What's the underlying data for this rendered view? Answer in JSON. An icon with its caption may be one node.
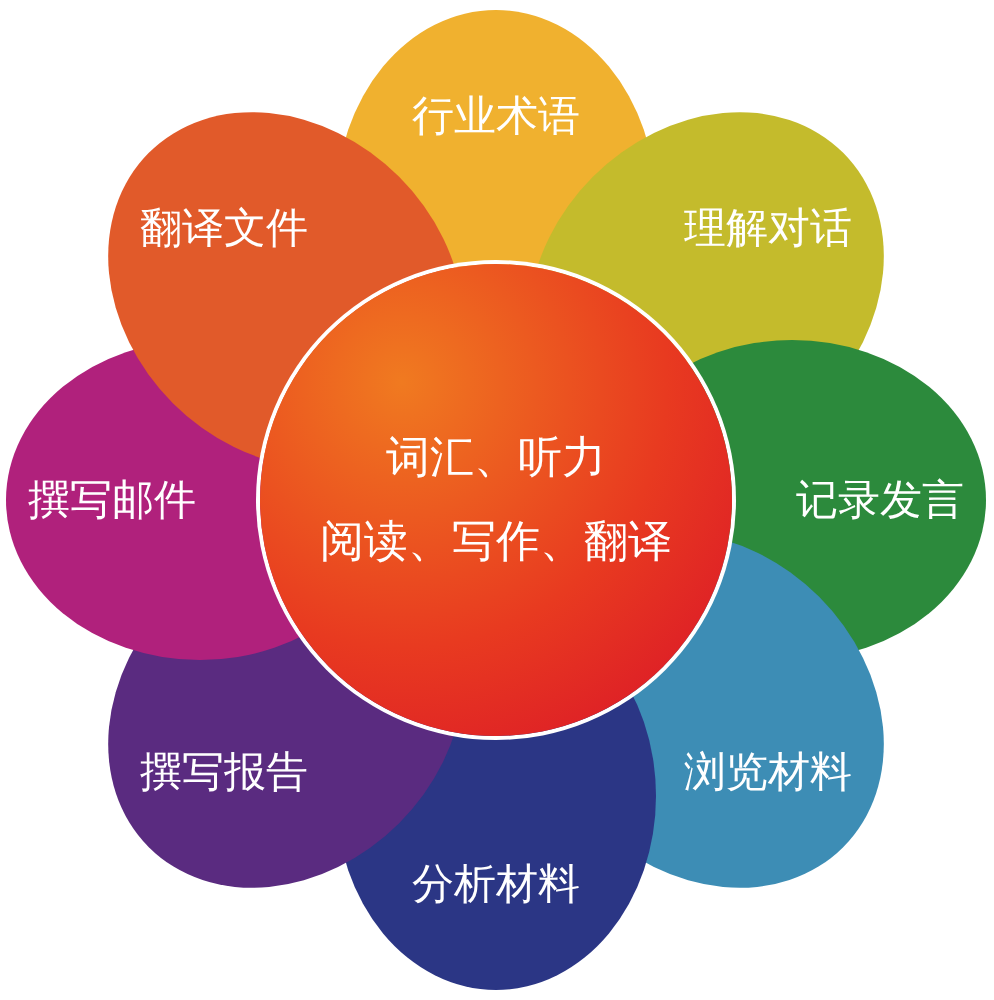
{
  "diagram": {
    "nodes": [
      {
        "text": [
          "词汇、听力",
          "阅读、写作、翻译"
        ]
      },
      {
        "text": [
          "行业术语"
        ]
      },
      {
        "text": [
          "理解对话"
        ]
      },
      {
        "text": [
          "记录发言"
        ]
      },
      {
        "text": [
          "浏览材料"
        ]
      },
      {
        "text": [
          "分析材料"
        ]
      },
      {
        "text": [
          "撰写报告"
        ]
      },
      {
        "text": [
          "撰写邮件"
        ]
      },
      {
        "text": [
          "翻译文件"
        ]
      }
    ]
  }
}
